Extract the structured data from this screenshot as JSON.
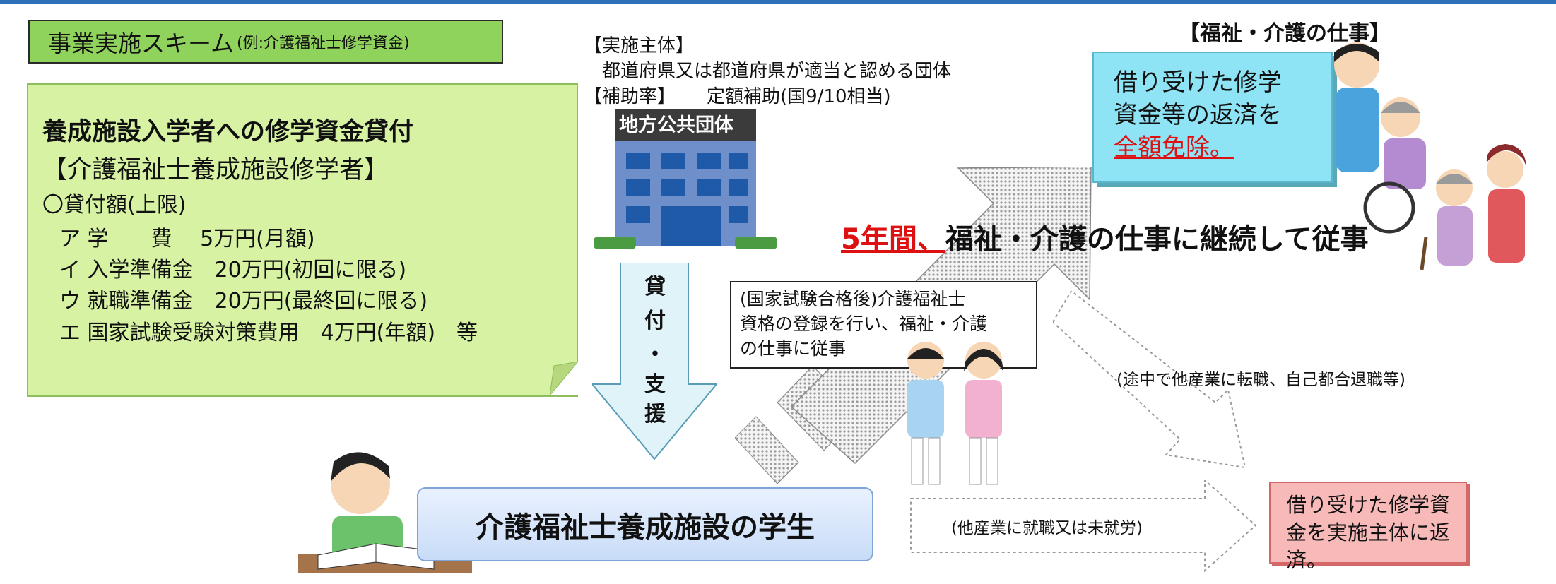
{
  "scheme_title": {
    "main": "事業実施スキーム",
    "sub": "(例:介護福祉士修学資金)"
  },
  "loan_note": {
    "heading": "養成施設入学者への修学資金貸付",
    "target": "【介護福祉士養成施設修学者】",
    "limit_title": "〇貸付額(上限)",
    "items": [
      "ア 学　　費　 5万円(月額)",
      "イ 入学準備金　20万円(初回に限る)",
      "ウ 就職準備金　20万円(最終回に限る)",
      "エ 国家試験受験対策費用　4万円(年額)　等"
    ]
  },
  "implementer": {
    "label": "【実施主体】",
    "text": "都道府県又は都道府県が適当と認める団体",
    "rate_label": "【補助率】",
    "rate_text": "定額補助(国9/10相当)"
  },
  "government_building": "地方公共団体",
  "loan_support_chars": [
    "貸",
    "付",
    "・",
    "支",
    "援"
  ],
  "student_box": "介護福祉士養成施設の学生",
  "qualification_box": "(国家試験合格後)介護福祉士\n資格の登録を行い、福祉・介護\nの仕事に従事",
  "five_years": {
    "red": "5年間、",
    "rest": "福祉・介護の仕事に継続して従事"
  },
  "welfare_job_title": "【福祉・介護の仕事】",
  "exempt_box": {
    "line1": "借り受けた修学",
    "line2": "資金等の返済を",
    "red": "全額免除。"
  },
  "midway_text": "(途中で他産業に転職、自己都合退職等)",
  "other_industry_text": "(他産業に就職又は未就労)",
  "repay_box": "借り受けた修学資金を実施主体に返済。",
  "colors": {
    "topbar": "#2e6fba",
    "title_box": "#8fd35c",
    "note": "#d7f2a3",
    "exempt": "#8ee4f5",
    "repay": "#f8b9b9",
    "arrow": "#dff3f8",
    "highlight_red": "#dd1111"
  }
}
